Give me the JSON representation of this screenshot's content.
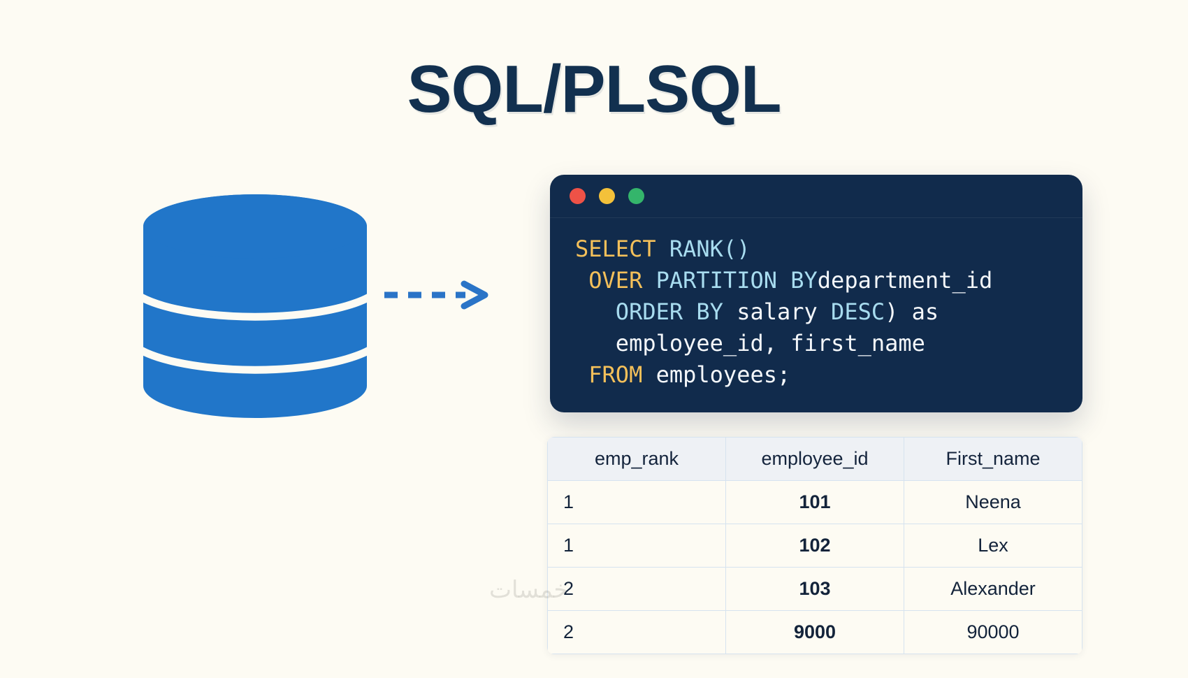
{
  "page": {
    "title": "SQL/PLSQL",
    "background_color": "#fdfbf3",
    "title_color": "#12304f",
    "watermark": "خمسات"
  },
  "diagram": {
    "database_icon": {
      "name": "database-cylinder",
      "color": "#2176c9",
      "band_color": "#ffffff",
      "bands": 3
    },
    "arrow": {
      "name": "dashed-arrow-right",
      "color": "#2a74c7",
      "style": "dashed"
    }
  },
  "code_window": {
    "traffic_lights": [
      {
        "name": "close",
        "color": "#ee5247"
      },
      {
        "name": "minimize",
        "color": "#f3c13a"
      },
      {
        "name": "maximize",
        "color": "#34b56b"
      }
    ],
    "background_color": "#112b4c",
    "lines": [
      {
        "indent": "",
        "tokens": [
          {
            "t": "SELECT",
            "c": "orange"
          },
          {
            "t": " ",
            "c": "plain"
          },
          {
            "t": "RANK()",
            "c": "blue"
          }
        ]
      },
      {
        "indent": " ",
        "tokens": [
          {
            "t": "OVER",
            "c": "orange"
          },
          {
            "t": " ",
            "c": "plain"
          },
          {
            "t": "PARTITION BY",
            "c": "blue"
          },
          {
            "t": "department_id",
            "c": "plain"
          }
        ]
      },
      {
        "indent": "   ",
        "tokens": [
          {
            "t": "ORDER BY",
            "c": "blue"
          },
          {
            "t": " ",
            "c": "plain"
          },
          {
            "t": "salary",
            "c": "plain"
          },
          {
            "t": " ",
            "c": "plain"
          },
          {
            "t": "DESC",
            "c": "blue"
          },
          {
            "t": ") as",
            "c": "plain"
          }
        ]
      },
      {
        "indent": "   ",
        "tokens": [
          {
            "t": "employee_id, first_name",
            "c": "plain"
          }
        ]
      },
      {
        "indent": " ",
        "tokens": [
          {
            "t": "FROM",
            "c": "orange"
          },
          {
            "t": " ",
            "c": "plain"
          },
          {
            "t": "employees;",
            "c": "plain"
          }
        ]
      }
    ]
  },
  "results": {
    "headers": [
      "emp_rank",
      "employee_id",
      "First_name"
    ],
    "rows": [
      [
        "1",
        "101",
        "Neena"
      ],
      [
        "1",
        "102",
        "Lex"
      ],
      [
        "2",
        "103",
        "Alexander"
      ],
      [
        "2",
        "9000",
        "90000"
      ]
    ]
  }
}
